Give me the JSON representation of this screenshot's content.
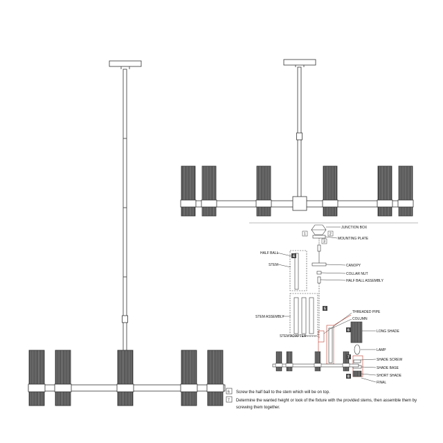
{
  "labels": {
    "junction_box": "JUNCTION BOX",
    "mounting_plate": "MOUNTING PLATE",
    "half_ball": "HALF BALL",
    "stem": "STEM",
    "canopy": "CANOPY",
    "collar_nut": "COLLAR NUT",
    "half_ball_assembly": "HALF BALL ASSEMBLY",
    "stem_assembly": "STEM ASSEMBLY",
    "threaded_pipe": "THREADED PIPE",
    "column": "COLUMN",
    "long_shade": "LONG SHADE",
    "stem_adapter": "STEM ADAPTER",
    "lamp": "LAMP",
    "shade_screw": "SHADE SCREW",
    "shade_base": "SHADE BASE",
    "short_shade": "SHORT SHADE",
    "final": "FINAL"
  },
  "markers": [
    "1",
    "2",
    "3",
    "4",
    "5",
    "6",
    "7",
    "8"
  ],
  "steps": [
    {
      "num": "6",
      "text": "Screw the half ball to the stem which will be on top."
    },
    {
      "num": "7",
      "text": "Determine the wanted height or look of the fixture with the provided stems, then assemble them by"
    },
    {
      "num": "",
      "text": "screwing them together."
    }
  ]
}
